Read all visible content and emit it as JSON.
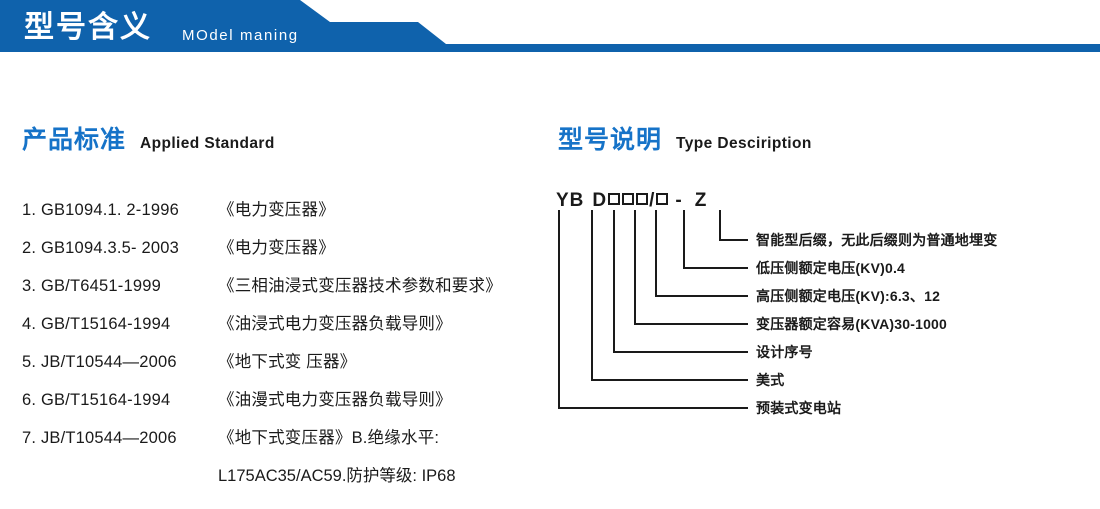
{
  "header": {
    "title_cn": "型号含义",
    "title_en": "MOdel maning",
    "bar_color": "#0f62ac"
  },
  "sections": {
    "standard": {
      "title_cn": "产品标准",
      "title_en": "Applied Standard",
      "accent_color": "#1673c8"
    },
    "type": {
      "title_cn": "型号说明",
      "title_en": "Type Desciription",
      "accent_color": "#1673c8"
    }
  },
  "standards": [
    {
      "index": "1.",
      "code": "GB1094.1. 2-1996",
      "name": "《电力变压器》"
    },
    {
      "index": "2.",
      "code": "GB1094.3.5- 2003",
      "name": "《电力变压器》"
    },
    {
      "index": "3.",
      "code": "GB/T6451-1999",
      "name": "《三相油浸式变压器技术参数和要求》"
    },
    {
      "index": "4.",
      "code": "GB/T15164-1994",
      "name": "《油浸式电力变压器负载导则》"
    },
    {
      "index": "5.",
      "code": "JB/T10544—2006",
      "name": "《地下式变 压器》"
    },
    {
      "index": "6.",
      "code": "GB/T15164-1994",
      "name": "《油漫式电力变压器负载导则》"
    },
    {
      "index": "7.",
      "code": "JB/T10544—2006",
      "name": "《地下式变压器》B.绝缘水平:"
    }
  ],
  "standards_continuation": "L175AC35/AC59.防护等级: IP68",
  "type_code": {
    "parts": [
      {
        "kind": "text",
        "text": "YB"
      },
      {
        "kind": "text",
        "text": "D"
      },
      {
        "kind": "box"
      },
      {
        "kind": "box"
      },
      {
        "kind": "box"
      },
      {
        "kind": "slash",
        "text": "/"
      },
      {
        "kind": "box"
      },
      {
        "kind": "dash",
        "text": "-"
      },
      {
        "kind": "text",
        "text": "Z"
      }
    ],
    "display": "YB D □□□/□ - Z"
  },
  "type_labels": [
    {
      "id": "suffix",
      "text": "智能型后缀，无此后缀则为普通地埋变"
    },
    {
      "id": "lv",
      "text": "低压侧额定电压(KV)0.4"
    },
    {
      "id": "hv",
      "text": "高压侧额定电压(KV):6.3、12"
    },
    {
      "id": "capacity",
      "text": "变压器额定容易(KVA)30-1000"
    },
    {
      "id": "design",
      "text": "设计序号"
    },
    {
      "id": "american",
      "text": "美式"
    },
    {
      "id": "station",
      "text": "预装式变电站"
    }
  ]
}
